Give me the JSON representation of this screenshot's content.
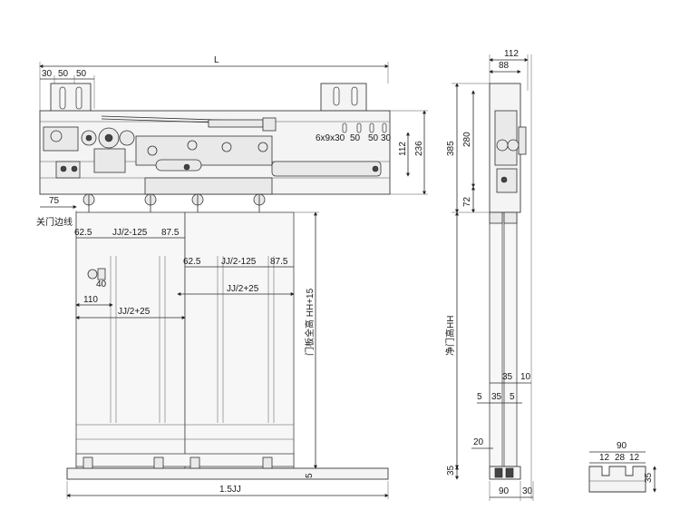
{
  "labels": {
    "L": "L",
    "d30": "30",
    "d50a": "50",
    "d50b": "50",
    "d75": "75",
    "close_edge": "关门边线",
    "d62_5a": "62.5",
    "jj125a": "JJ/2-125",
    "d87_5a": "87.5",
    "d62_5b": "62.5",
    "jj125b": "JJ/2-125",
    "d87_5b": "87.5",
    "jj25a": "JJ/2+25",
    "jj25b": "JJ/2+25",
    "d40": "40",
    "d110": "110",
    "holes": "6x9x30",
    "d50c": "50",
    "d50d": "50",
    "d30b": "30",
    "d112v": "112",
    "d236": "236",
    "hh15": "门板全高 HH+15",
    "d5": "5",
    "jj15": "1.5JJ",
    "s112": "112",
    "s88": "88",
    "s385": "385",
    "s280": "280",
    "s72": "72",
    "clear_hh": "净门高HH",
    "s35a": "35",
    "s10": "10",
    "s5a": "5",
    "s35b": "35",
    "s5b": "5",
    "s20": "20",
    "s35c": "35",
    "s90": "90",
    "s30": "30",
    "r90": "90",
    "r12a": "12",
    "r28": "28",
    "r12b": "12",
    "r35": "35"
  }
}
